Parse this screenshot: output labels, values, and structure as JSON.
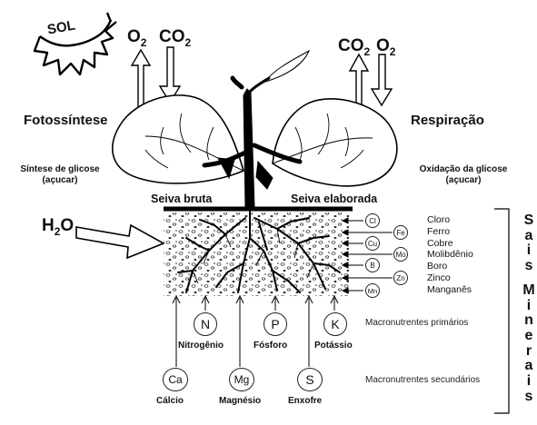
{
  "sun": "SOL",
  "gases_left": {
    "o2": "O",
    "o2_sub": "2",
    "co2": "CO",
    "co2_sub": "2"
  },
  "gases_right": {
    "co2": "CO",
    "co2_sub": "2",
    "o2": "O",
    "o2_sub": "2"
  },
  "labels": {
    "photosynthesis": "Fotossíntese",
    "respiration": "Respiração",
    "synthesis_line1": "Síntese de glicose",
    "synthesis_line2": "(açucar)",
    "oxidation_line1": "Oxidação da glicose",
    "oxidation_line2": "(açucar)",
    "raw_sap": "Seiva bruta",
    "elaborated_sap": "Seiva elaborada",
    "water": "H",
    "water_sub": "2",
    "water_o": "O"
  },
  "micronutrients": [
    {
      "symbol": "Cl",
      "name": "Cloro"
    },
    {
      "symbol": "Fe",
      "name": "Ferro"
    },
    {
      "symbol": "Cu",
      "name": "Cobre"
    },
    {
      "symbol": "Mo",
      "name": "Molibdênio"
    },
    {
      "symbol": "B",
      "name": "Boro"
    },
    {
      "symbol": "Zn",
      "name": "Zinco"
    },
    {
      "symbol": "Mn",
      "name": "Manganês"
    }
  ],
  "primary": {
    "label": "Macronutrentes primários",
    "items": [
      {
        "symbol": "N",
        "name": "Nitrogênio"
      },
      {
        "symbol": "P",
        "name": "Fósforo"
      },
      {
        "symbol": "K",
        "name": "Potássio"
      }
    ]
  },
  "secondary": {
    "label": "Macronutrentes secundários",
    "items": [
      {
        "symbol": "Ca",
        "name": "Cálcio"
      },
      {
        "symbol": "Mg",
        "name": "Magnésio"
      },
      {
        "symbol": "S",
        "name": "Enxofre"
      }
    ]
  },
  "mineral_salts": [
    "S",
    "a",
    "i",
    "s",
    "M",
    "i",
    "n",
    "e",
    "r",
    "a",
    "i",
    "s"
  ]
}
